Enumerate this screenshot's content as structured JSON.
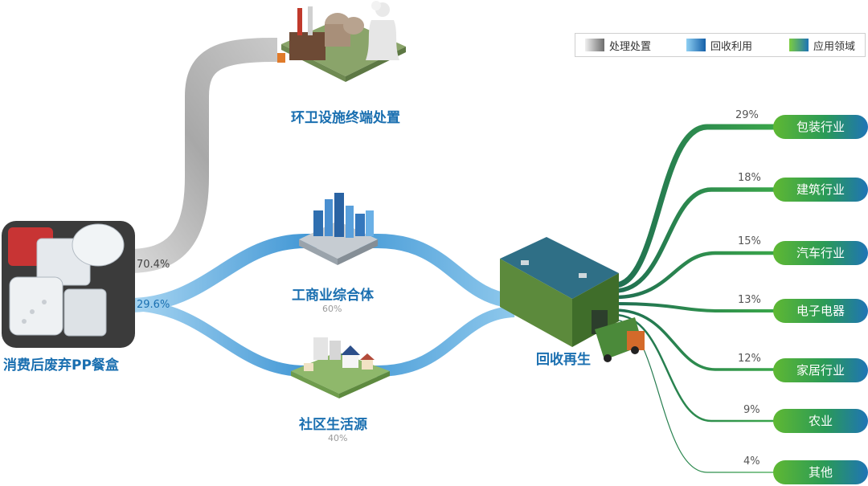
{
  "legend": {
    "disposal": {
      "label": "处理处置",
      "color": "#8a8a8a"
    },
    "recycle": {
      "label": "回收利用",
      "color": "#1e6fb8"
    },
    "application": {
      "label": "应用领域",
      "color": "#3aa64a"
    }
  },
  "source": {
    "label": "消费后废弃PP餐盒",
    "landfill_pct": "70.4%",
    "recycle_pct": "29.6%"
  },
  "disposal_node": {
    "label": "环卫设施终端处置"
  },
  "commercial": {
    "label": "工商业综合体",
    "share": "60%"
  },
  "community": {
    "label": "社区生活源",
    "share": "40%"
  },
  "plant": {
    "label": "回收再生"
  },
  "applications": [
    {
      "label": "包装行业",
      "pct": "29%"
    },
    {
      "label": "建筑行业",
      "pct": "18%"
    },
    {
      "label": "汽车行业",
      "pct": "15%"
    },
    {
      "label": "电子电器",
      "pct": "13%"
    },
    {
      "label": "家居行业",
      "pct": "12%"
    },
    {
      "label": "农业",
      "pct": "9%"
    },
    {
      "label": "其他",
      "pct": "4%"
    }
  ]
}
